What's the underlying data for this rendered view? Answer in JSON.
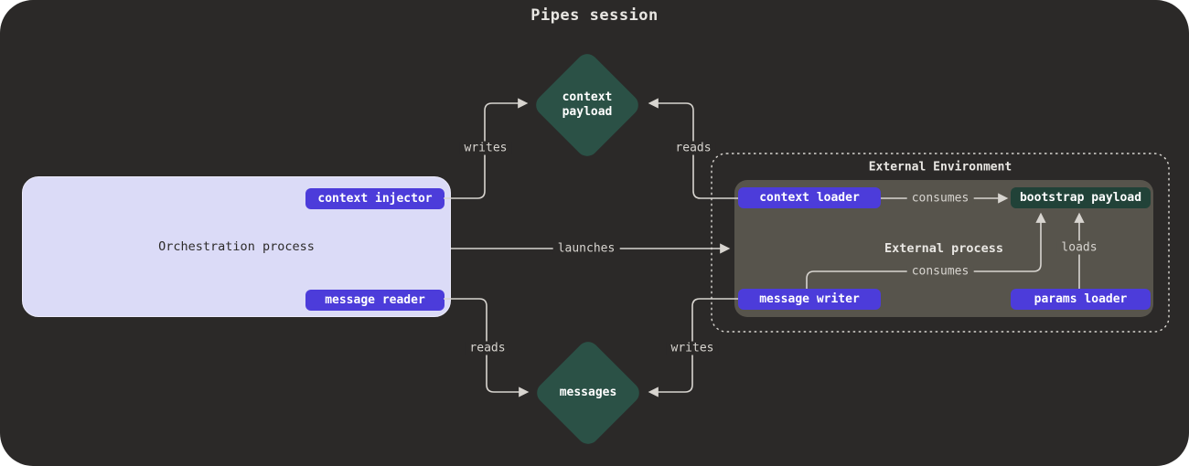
{
  "title": "Pipes session",
  "colors": {
    "canvas_bg": "#2b2928",
    "accent_purple": "#4c3cda",
    "diamond_green": "#2b5146",
    "payload_green": "#214238",
    "lavender": "#dbdbf7",
    "process_gray": "#57544c",
    "line": "#d8d5d0",
    "text_light": "#e9e7e3",
    "text_dark": "#2d2b2a"
  },
  "nodes": {
    "context_payload": {
      "label": "context payload"
    },
    "messages": {
      "label": "messages"
    },
    "orchestration_process": {
      "label": "Orchestration process"
    },
    "context_injector": {
      "label": "context injector"
    },
    "message_reader": {
      "label": "message reader"
    },
    "external_environment": {
      "label": "External Environment"
    },
    "external_process": {
      "label": "External process"
    },
    "context_loader": {
      "label": "context loader"
    },
    "bootstrap_payload": {
      "label": "bootstrap payload"
    },
    "message_writer": {
      "label": "message writer"
    },
    "params_loader": {
      "label": "params loader"
    }
  },
  "edges": {
    "writes_top": {
      "label": "writes"
    },
    "reads_top": {
      "label": "reads"
    },
    "launches": {
      "label": "launches"
    },
    "reads_bottom": {
      "label": "reads"
    },
    "writes_bottom": {
      "label": "writes"
    },
    "consumes_top": {
      "label": "consumes"
    },
    "consumes_bottom": {
      "label": "consumes"
    },
    "loads": {
      "label": "loads"
    }
  }
}
